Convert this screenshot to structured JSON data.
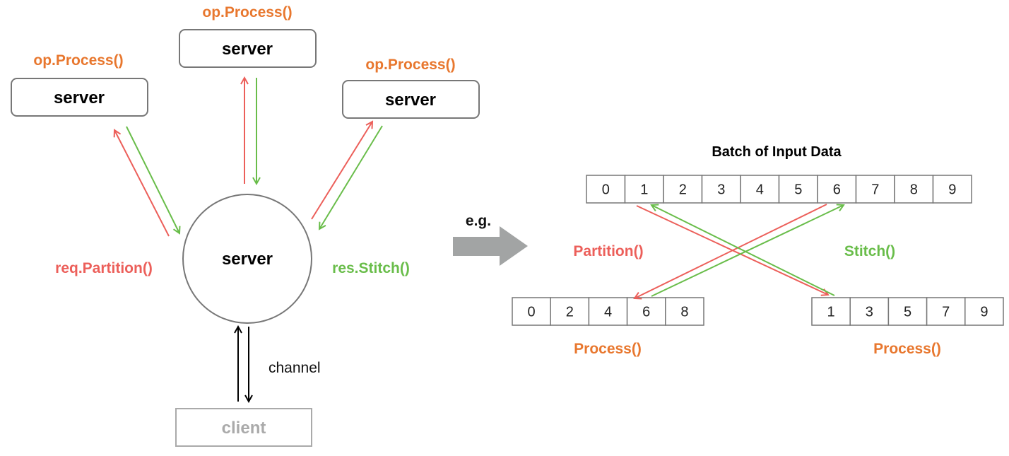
{
  "colors": {
    "process": "#e8772e",
    "partition": "#ec5f5a",
    "stitch": "#69bd4a",
    "client": "#aaaaaa",
    "border": "#777777",
    "arrow_gray": "#a2a4a4"
  },
  "servers": {
    "left": {
      "label": "server",
      "op": "op.Process()"
    },
    "top": {
      "label": "server",
      "op": "op.Process()"
    },
    "right": {
      "label": "server",
      "op": "op.Process()"
    },
    "center": {
      "label": "server"
    }
  },
  "client": {
    "label": "client"
  },
  "channel": {
    "label": "channel"
  },
  "req_label": "req.Partition()",
  "res_label": "res.Stitch()",
  "eg_label": "e.g.",
  "batch": {
    "title": "Batch of Input Data",
    "cells": [
      "0",
      "1",
      "2",
      "3",
      "4",
      "5",
      "6",
      "7",
      "8",
      "9"
    ]
  },
  "partition_label": "Partition()",
  "stitch_label": "Stitch()",
  "even": {
    "cells": [
      "0",
      "2",
      "4",
      "6",
      "8"
    ],
    "label": "Process()"
  },
  "odd": {
    "cells": [
      "1",
      "3",
      "5",
      "7",
      "9"
    ],
    "label": "Process()"
  }
}
